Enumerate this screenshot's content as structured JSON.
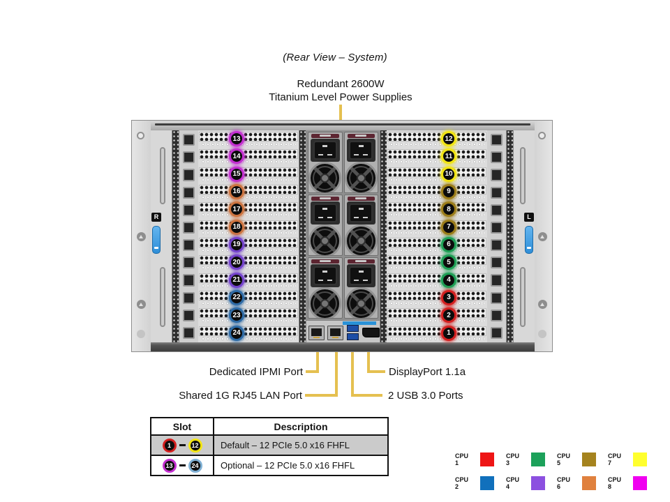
{
  "header": {
    "title": "(Rear View – System)",
    "psu_callout_line1": "Redundant 2600W",
    "psu_callout_line2": "Titanium Level Power Supplies"
  },
  "chassis": {
    "left_ear_label": "R",
    "right_ear_label": "L",
    "slots_left": [
      {
        "num": "13",
        "color": "#c32fd0"
      },
      {
        "num": "14",
        "color": "#c32fd0"
      },
      {
        "num": "15",
        "color": "#c32fd0"
      },
      {
        "num": "16",
        "color": "#cd7440"
      },
      {
        "num": "17",
        "color": "#cd7440"
      },
      {
        "num": "18",
        "color": "#cd7440"
      },
      {
        "num": "19",
        "color": "#7442cc"
      },
      {
        "num": "20",
        "color": "#7442cc"
      },
      {
        "num": "21",
        "color": "#7442cc"
      },
      {
        "num": "22",
        "color": "#2e6ba6"
      },
      {
        "num": "23",
        "color": "#2e6ba6"
      },
      {
        "num": "24",
        "color": "#2e6ba6"
      }
    ],
    "slots_right": [
      {
        "num": "12",
        "color": "#f2e513"
      },
      {
        "num": "11",
        "color": "#f2e513"
      },
      {
        "num": "10",
        "color": "#f2e513"
      },
      {
        "num": "9",
        "color": "#9c7d19"
      },
      {
        "num": "8",
        "color": "#9c7d19"
      },
      {
        "num": "7",
        "color": "#9c7d19"
      },
      {
        "num": "6",
        "color": "#1ea055"
      },
      {
        "num": "5",
        "color": "#1ea055"
      },
      {
        "num": "4",
        "color": "#1ea055"
      },
      {
        "num": "3",
        "color": "#d41f1f"
      },
      {
        "num": "2",
        "color": "#d41f1f"
      },
      {
        "num": "1",
        "color": "#d41f1f"
      }
    ]
  },
  "callouts": {
    "ipmi_label": "Dedicated IPMI Port",
    "lan_label": "Shared 1G RJ45 LAN Port",
    "displayport_label": "DisplayPort 1.1a",
    "usb_label": "2 USB 3.0 Ports",
    "line_color": "#e5c050"
  },
  "slot_table": {
    "headers": [
      "Slot",
      "Description"
    ],
    "rows": [
      {
        "from": {
          "num": "1",
          "color": "#d41f1f"
        },
        "to": {
          "num": "12",
          "color": "#f2e513"
        },
        "description": "Default – 12 PCIe 5.0 x16 FHFL"
      },
      {
        "from": {
          "num": "13",
          "color": "#c32fd0"
        },
        "to": {
          "num": "24",
          "color": "#7fb0d4"
        },
        "description": "Optional – 12 PCIe 5.0 x16 FHFL"
      }
    ]
  },
  "cpu_legend": [
    {
      "label": "CPU 1",
      "color": "#ee1515"
    },
    {
      "label": "CPU 3",
      "color": "#1ca15a"
    },
    {
      "label": "CPU 5",
      "color": "#a5831e"
    },
    {
      "label": "CPU 7",
      "color": "#ffff2e"
    },
    {
      "label": "CPU 2",
      "color": "#1170bc"
    },
    {
      "label": "CPU 4",
      "color": "#8c50e0"
    },
    {
      "label": "CPU 6",
      "color": "#e0813e"
    },
    {
      "label": "CPU 8",
      "color": "#f000f0"
    }
  ]
}
